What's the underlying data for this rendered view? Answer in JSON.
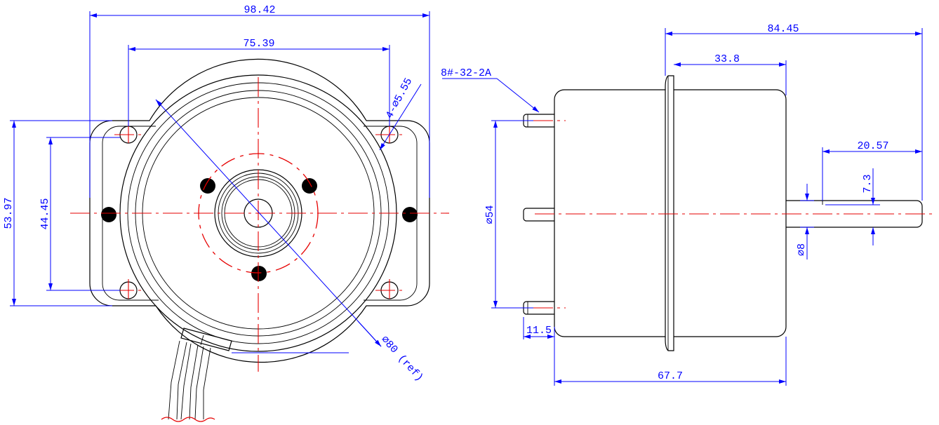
{
  "front_view": {
    "dims": {
      "overall_width": "98.42",
      "hole_spacing_x": "75.39",
      "overall_height": "53.97",
      "hole_spacing_y": "44.45",
      "mount_holes": "4-⌀5.55",
      "diameter_ref": "⌀80 (ref)"
    }
  },
  "side_view": {
    "dims": {
      "overall_length": "84.45",
      "flange_to_end": "33.8",
      "shaft_length": "20.57",
      "flat_depth": "7.3",
      "shaft_diameter": "⌀8",
      "body_diameter": "⌀54",
      "stud_length": "11.5",
      "body_length": "67.7",
      "stud_thread": "8#-32-2A"
    }
  },
  "colors": {
    "outline": "#000000",
    "dimension": "#0000ff",
    "centerline": "#e60000"
  }
}
